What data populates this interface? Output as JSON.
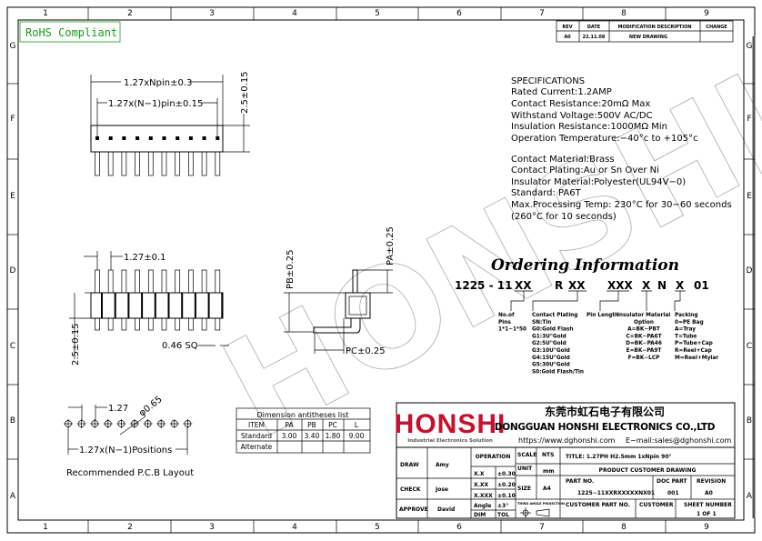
{
  "rohs": "RoHS Compliant",
  "watermark": "HONSHI",
  "grid": {
    "columns": [
      "1",
      "2",
      "3",
      "4",
      "5",
      "6",
      "7",
      "8",
      "9"
    ],
    "rows": [
      "G",
      "F",
      "E",
      "D",
      "C",
      "B",
      "A"
    ]
  },
  "revision_table": {
    "headers": [
      "REV",
      "DATE",
      "MODIFICATION DESCRIPTION",
      "CHANGE"
    ],
    "rows": [
      [
        "A0",
        "22.11.08",
        "NEW DRAWING",
        ""
      ]
    ]
  },
  "top_view": {
    "dim_total": "1.27xNpin±0.3",
    "dim_pitch_span": "1.27x(N−1)pin±0.15",
    "dim_height": "2.5±0.15"
  },
  "side_view": {
    "dim_pitch": "1.27±0.1",
    "dim_height": "2.5±0.15",
    "dim_pin": "0.46  SQ",
    "dim_pb": "PB±0.25",
    "dim_pa": "PA±0.25",
    "dim_pc": "PC±0.25"
  },
  "pcb_layout": {
    "dim_pitch": "1.27",
    "dim_hole": "φ0.65",
    "dim_span": "1.27x(N−1)Positions",
    "caption": "Recommended  P.C.B  Layout"
  },
  "dimension_list": {
    "title": "Dimension  antitheses  list",
    "headers": [
      "ITEM",
      "PA",
      "PB",
      "PC",
      "L"
    ],
    "rows": [
      [
        "Standard",
        "3.00",
        "3.40",
        "1.80",
        "9.00"
      ],
      [
        "Alternate",
        "",
        "",
        "",
        ""
      ]
    ]
  },
  "specifications": [
    "SPECIFICATIONS",
    "Rated  Current:1.2AMP",
    "Contact  Resistance:20mΩ  Max",
    "Withstand  Voltage:500V  AC/DC",
    "Insulation  Resistance:1000MΩ  Min",
    "Operation  Temperature:−40°c  to  +105°c",
    "Contact  Material:Brass",
    "Contact  Plating:Au  or  Sn  Over  Ni",
    "Insulator  Material:Polyester(UL94V−0)",
    "Standard:                PA6T",
    "Max.Processing  Temp:  230°C  for  30−60  seconds",
    "                                 (260°C  for  10  seconds)"
  ],
  "ordering": {
    "title": "Ordering Information",
    "code": [
      "1225 - 11",
      "XX",
      "R",
      "XX",
      "XXX",
      "X",
      "N",
      "X",
      "01"
    ],
    "pins": [
      "No.of",
      "Pins",
      "1*1~1*50"
    ],
    "plating": [
      "Contact  Plating",
      "SN:Tin",
      "G0:Gold  Flash",
      "G1:3U\"Gold",
      "G2:5U\"Gold",
      "G3:10U\"Gold",
      "G4:15U\"Gold",
      "G5:30U\"Gold",
      "S0:Gold  Flash/Tin"
    ],
    "pin_length": [
      "Pin  Length"
    ],
    "insulator": [
      "Insulator  Material",
      "Option",
      "A=BK−PBT",
      "C=BK−PA6T",
      "D=BK−PA46",
      "E=BK−PA9T",
      "F=BK−LCP"
    ],
    "packing": [
      "Packing",
      "0=PE  Bag",
      "A=Tray",
      "T=Tube",
      "P=Tube+Cap",
      "R=Reel+Cap",
      "M=Reel+Mylar"
    ]
  },
  "title_block": {
    "logo": "HONSHI",
    "logo_tagline": "Industrial Electronics Solution",
    "company_cn": "东莞市虹石电子有限公司",
    "company_en": "DONGGUAN HONSHI ELECTRONICS CO.,LTD",
    "website": "https://www.dghonshi.com",
    "email": "E−mail:sales@dghonshi.com",
    "draw_label": "DRAW",
    "draw_name": "Amy",
    "check_label": "CHECK",
    "check_name": "Jose",
    "approve_label": "APPROVE",
    "approve_name": "David",
    "operation": "OPERATION",
    "tolerances": [
      [
        "X.X",
        "±0.30"
      ],
      [
        "X.XX",
        "±0.20"
      ],
      [
        "X.XXX",
        "±0.10"
      ],
      [
        "Angle",
        "±3°"
      ],
      [
        "DIM",
        "TOL"
      ]
    ],
    "scale_label": "SCALE",
    "scale": "NTS",
    "unit_label": "UNIT",
    "unit": "mm",
    "size_label": "SIZE",
    "size": "A4",
    "projection": "THIRD ANGLE PROJECTION",
    "title": "TITLE: 1.27PH  H2.5mm  1xNpin  90°",
    "drawing_type": "PRODUCT  CUSTOMER  DRAWING",
    "part_no_label": "PART  NO.",
    "part_no": "1225−11XXRXXXXXNX01",
    "doc_part_label": "DOC  PART",
    "doc_part": "001",
    "revision_label": "REVISION",
    "revision": "A0",
    "customer_part_label": "CUSTOMER  PART  NO.",
    "customer_label": "CUSTOMER",
    "sheet_label": "SHEET  NUMBER",
    "sheet": "1  OF  1"
  },
  "colors": {
    "logo_red": "#c8102e",
    "rohs_green": "#1a9a1a",
    "watermark": "#aaaaaa"
  }
}
